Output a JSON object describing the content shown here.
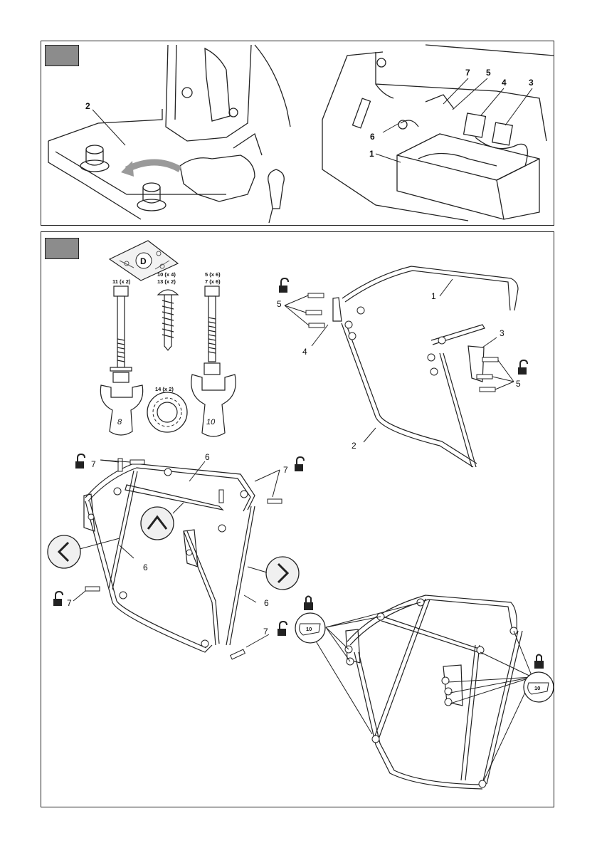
{
  "panel1": {
    "left_callouts": [
      "2"
    ],
    "right_callouts": [
      "7",
      "5",
      "4",
      "3",
      "6",
      "1"
    ]
  },
  "panel2": {
    "bag_letter": "D",
    "hardware": [
      {
        "qty_label": "11 (x 2)"
      },
      {
        "qty_label": "10 (x 4)",
        "qty_label2": "13 (x 2)"
      },
      {
        "qty_label": "5 (x 6)",
        "qty_label2": "7 (x 6)"
      }
    ],
    "washer_label": "14 (x 2)",
    "wrench_sizes": [
      "8",
      "10"
    ],
    "frame_callouts": [
      "1",
      "3",
      "4",
      "5",
      "5",
      "2"
    ],
    "assembly_callouts": [
      "7",
      "7",
      "6",
      "6",
      "7",
      "6",
      "7"
    ],
    "final_wrench_sizes": [
      "10",
      "10"
    ]
  },
  "colors": {
    "badge": "#8c8c8c",
    "line": "#222222"
  }
}
